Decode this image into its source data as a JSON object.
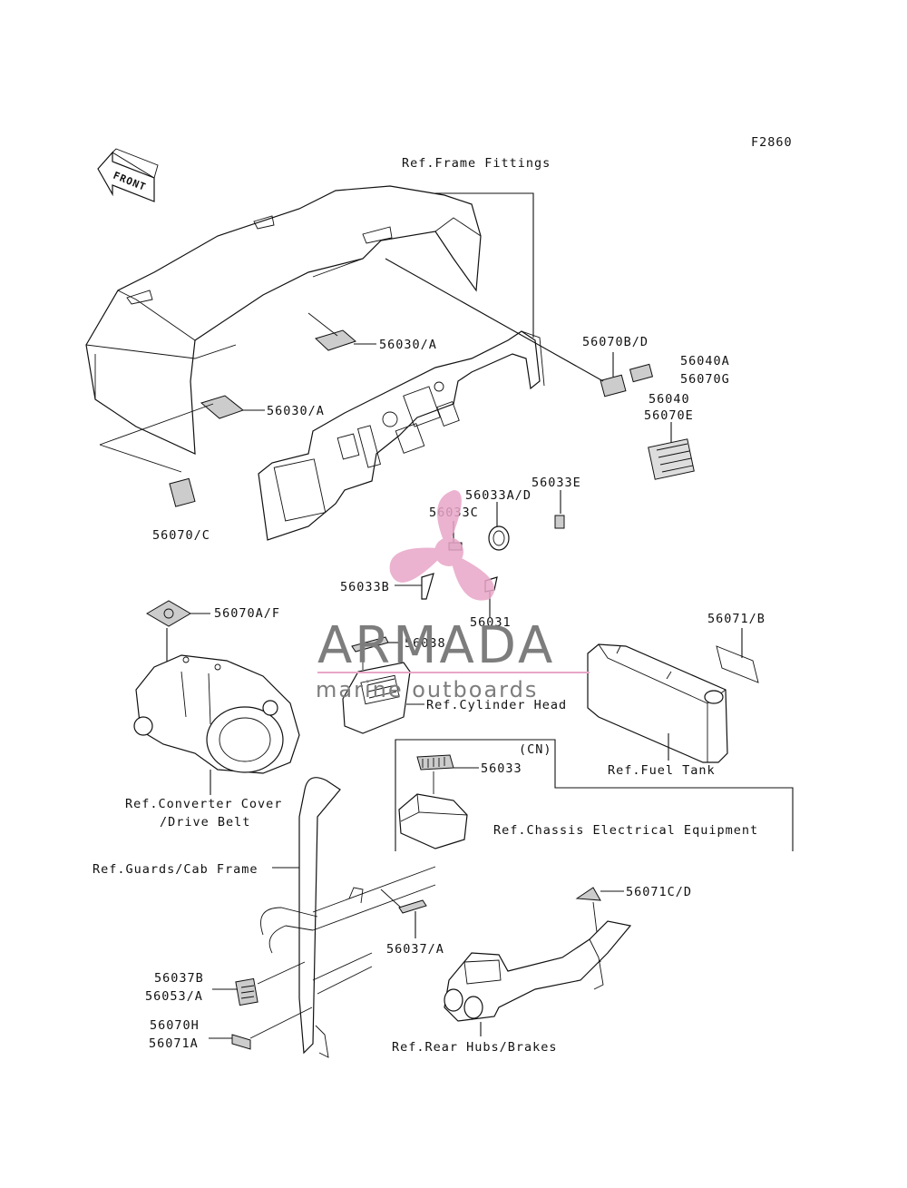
{
  "figure_id": "F2860",
  "front_arrow": "FRONT",
  "references": {
    "frame_fittings": "Ref.Frame Fittings",
    "cylinder_head": "Ref.Cylinder Head",
    "fuel_tank": "Ref.Fuel Tank",
    "converter_cover_line1": "Ref.Converter Cover",
    "converter_cover_line2": "/Drive Belt",
    "chassis_electrical": "Ref.Chassis Electrical Equipment",
    "cn_marker": "(CN)",
    "guards_cab_frame": "Ref.Guards/Cab Frame",
    "rear_hubs_brakes": "Ref.Rear Hubs/Brakes"
  },
  "part_labels": {
    "p56030a_upper": "56030/A",
    "p56030a_lower": "56030/A",
    "p56070c": "56070/C",
    "p56070bd": "56070B/D",
    "p56040a": "56040A",
    "p56070g": "56070G",
    "p56040": "56040",
    "p56070e": "56070E",
    "p56033e": "56033E",
    "p56033ad": "56033A/D",
    "p56033c": "56033C",
    "p56033b": "56033B",
    "p56031": "56031",
    "p56070af": "56070A/F",
    "p56038": "56038",
    "p56071b": "56071/B",
    "p56033": "56033",
    "p56071cd": "56071C/D",
    "p56037a": "56037/A",
    "p56037b": "56037B",
    "p56053a": "56053/A",
    "p56070h": "56070H",
    "p56071a": "56071A"
  },
  "watermark": {
    "brand": "ARMADA",
    "tagline": "marine outboards",
    "brand_color": "#7a7a7a",
    "logo_color": "#e8a6c8"
  }
}
